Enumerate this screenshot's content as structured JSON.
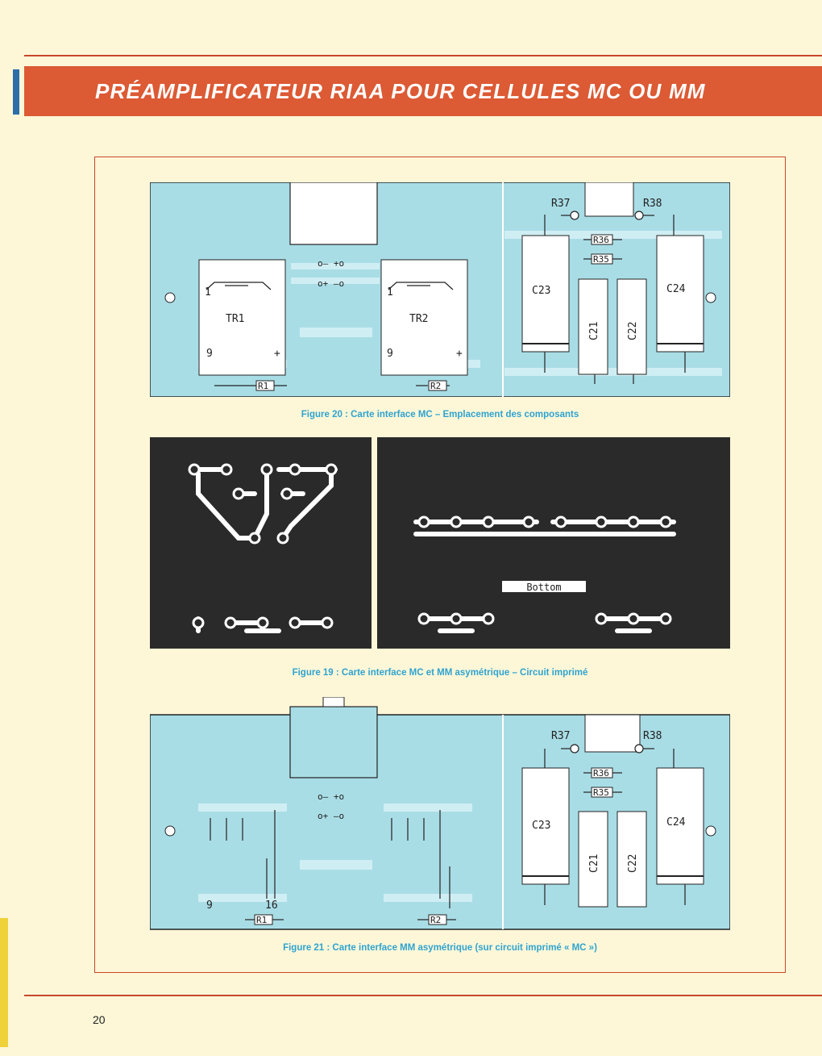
{
  "header": {
    "title": "PRÉAMPLIFICATEUR RIAA POUR CELLULES MC OU MM"
  },
  "figures": [
    {
      "caption": "Figure 20 : Carte interface MC – Emplacement des composants"
    },
    {
      "caption": "Figure 19 : Carte interface MC et MM asymétrique – Circuit imprimé"
    },
    {
      "caption": "Figure 21 : Carte interface MM asymétrique (sur circuit imprimé « MC »)"
    }
  ],
  "labels": {
    "tr1": "TR1",
    "tr2": "TR2",
    "pin1": "1",
    "pin9": "9",
    "plus": "+",
    "r1": "R1",
    "r2": "R2",
    "r35": "R35",
    "r36": "R36",
    "r37": "R37",
    "r38": "R38",
    "c21": "C21",
    "c22": "C22",
    "c23": "C23",
    "c24": "C24",
    "bottom": "Bottom",
    "pin16": "16",
    "plusminus_a": "o–  +o",
    "plusminus_b": "o+  –o"
  },
  "footer": {
    "page_number": "20"
  },
  "colors": {
    "banner": "#dc5a34",
    "caption": "#2fa3cf",
    "board": "#a9dde6",
    "pcb": "#2a2a2a"
  }
}
